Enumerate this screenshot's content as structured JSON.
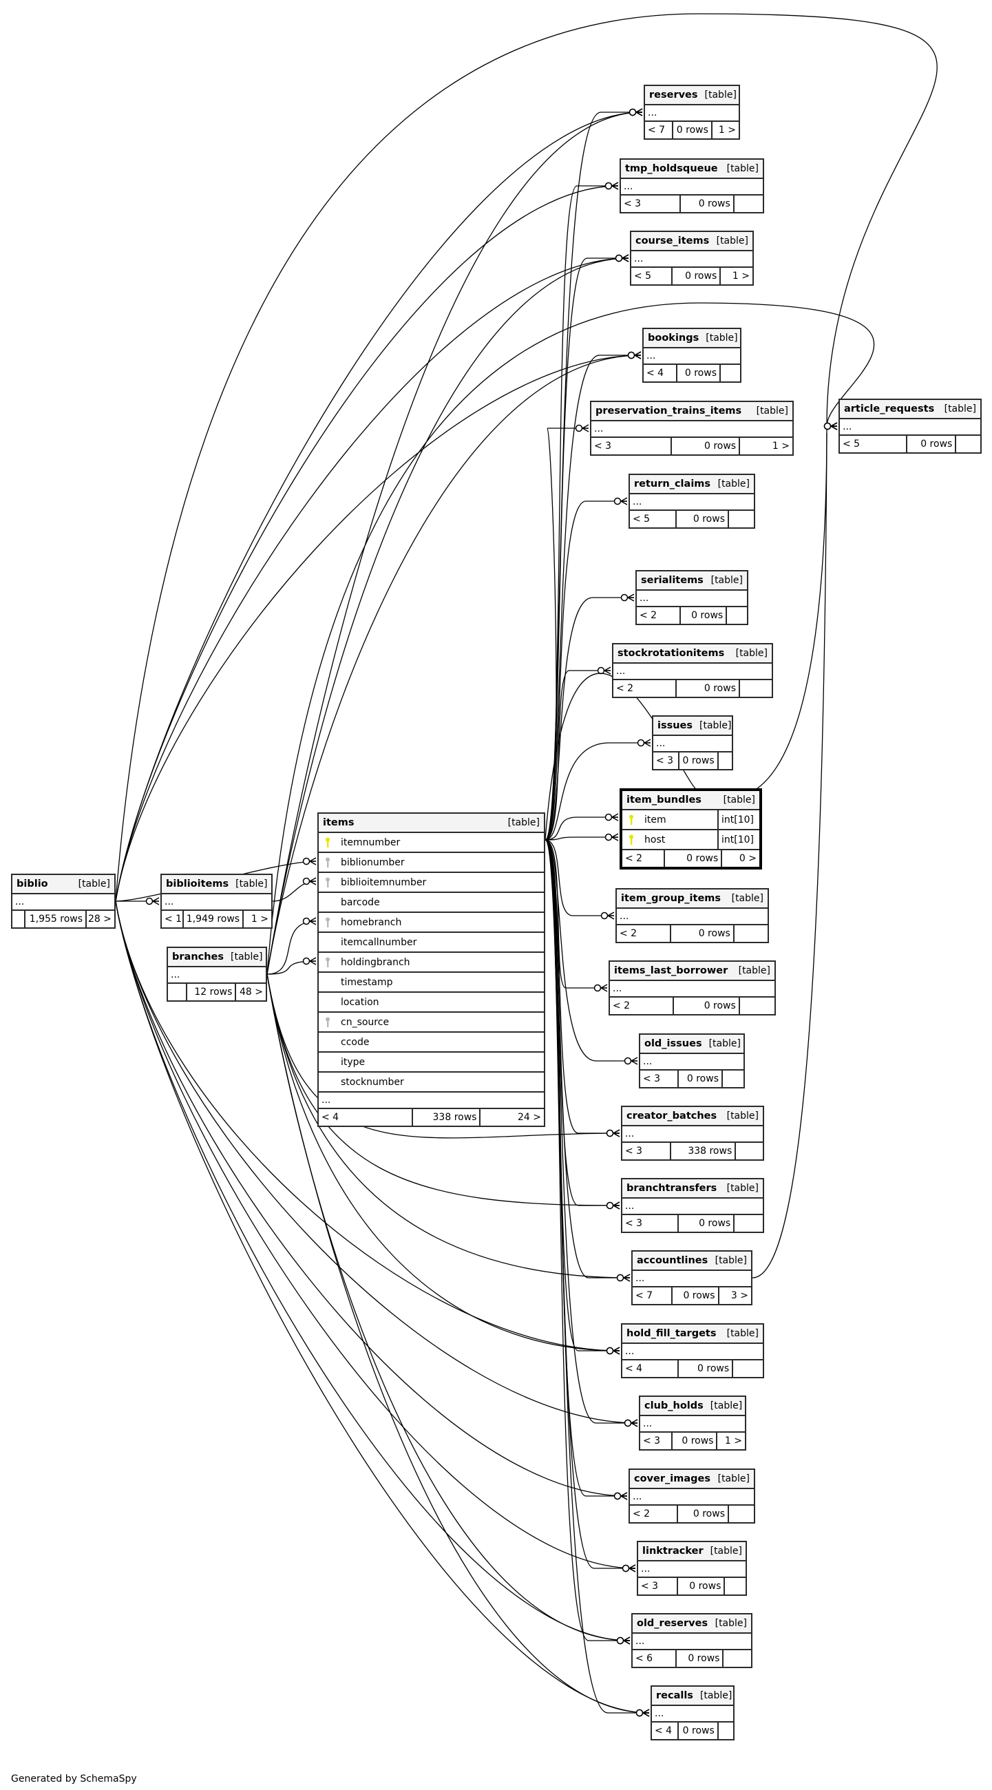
{
  "footer": "Generated by SchemaSpy",
  "ellipsis": "...",
  "tables": {
    "biblio": {
      "name": "biblio",
      "kind": "[table]",
      "parents": "",
      "rows": "1,955 rows",
      "children": "28 >"
    },
    "biblioitems": {
      "name": "biblioitems",
      "kind": "[table]",
      "parents": "< 1",
      "rows": "1,949 rows",
      "children": "1 >"
    },
    "branches": {
      "name": "branches",
      "kind": "[table]",
      "parents": "",
      "rows": "12 rows",
      "children": "48 >"
    },
    "items": {
      "name": "items",
      "kind": "[table]",
      "parents": "< 4",
      "rows": "338 rows",
      "children": "24 >",
      "columns": [
        {
          "name": "itemnumber",
          "key": "primary"
        },
        {
          "name": "biblionumber",
          "key": "foreign"
        },
        {
          "name": "biblioitemnumber",
          "key": "foreign"
        },
        {
          "name": "barcode",
          "key": ""
        },
        {
          "name": "homebranch",
          "key": "foreign"
        },
        {
          "name": "itemcallnumber",
          "key": ""
        },
        {
          "name": "holdingbranch",
          "key": "foreign"
        },
        {
          "name": "timestamp",
          "key": ""
        },
        {
          "name": "location",
          "key": ""
        },
        {
          "name": "cn_source",
          "key": "foreign"
        },
        {
          "name": "ccode",
          "key": ""
        },
        {
          "name": "itype",
          "key": ""
        },
        {
          "name": "stocknumber",
          "key": ""
        }
      ]
    },
    "reserves": {
      "name": "reserves",
      "kind": "[table]",
      "parents": "< 7",
      "rows": "0 rows",
      "children": "1 >"
    },
    "tmp_holdsqueue": {
      "name": "tmp_holdsqueue",
      "kind": "[table]",
      "parents": "< 3",
      "rows": "0 rows",
      "children": ""
    },
    "course_items": {
      "name": "course_items",
      "kind": "[table]",
      "parents": "< 5",
      "rows": "0 rows",
      "children": "1 >"
    },
    "bookings": {
      "name": "bookings",
      "kind": "[table]",
      "parents": "< 4",
      "rows": "0 rows",
      "children": ""
    },
    "preservation_trains_items": {
      "name": "preservation_trains_items",
      "kind": "[table]",
      "parents": "< 3",
      "rows": "0 rows",
      "children": "1 >"
    },
    "return_claims": {
      "name": "return_claims",
      "kind": "[table]",
      "parents": "< 5",
      "rows": "0 rows",
      "children": ""
    },
    "serialitems": {
      "name": "serialitems",
      "kind": "[table]",
      "parents": "< 2",
      "rows": "0 rows",
      "children": ""
    },
    "stockrotationitems": {
      "name": "stockrotationitems",
      "kind": "[table]",
      "parents": "< 2",
      "rows": "0 rows",
      "children": ""
    },
    "issues": {
      "name": "issues",
      "kind": "[table]",
      "parents": "< 3",
      "rows": "0 rows",
      "children": ""
    },
    "item_bundles": {
      "name": "item_bundles",
      "kind": "[table]",
      "parents": "< 2",
      "rows": "0 rows",
      "children": "0 >",
      "columns": [
        {
          "name": "item",
          "key": "primary",
          "type": "int[10]"
        },
        {
          "name": "host",
          "key": "primary",
          "type": "int[10]"
        }
      ]
    },
    "item_group_items": {
      "name": "item_group_items",
      "kind": "[table]",
      "parents": "< 2",
      "rows": "0 rows",
      "children": ""
    },
    "items_last_borrower": {
      "name": "items_last_borrower",
      "kind": "[table]",
      "parents": "< 2",
      "rows": "0 rows",
      "children": ""
    },
    "old_issues": {
      "name": "old_issues",
      "kind": "[table]",
      "parents": "< 3",
      "rows": "0 rows",
      "children": ""
    },
    "creator_batches": {
      "name": "creator_batches",
      "kind": "[table]",
      "parents": "< 3",
      "rows": "338 rows",
      "children": ""
    },
    "branchtransfers": {
      "name": "branchtransfers",
      "kind": "[table]",
      "parents": "< 3",
      "rows": "0 rows",
      "children": ""
    },
    "accountlines": {
      "name": "accountlines",
      "kind": "[table]",
      "parents": "< 7",
      "rows": "0 rows",
      "children": "3 >"
    },
    "hold_fill_targets": {
      "name": "hold_fill_targets",
      "kind": "[table]",
      "parents": "< 4",
      "rows": "0 rows",
      "children": ""
    },
    "club_holds": {
      "name": "club_holds",
      "kind": "[table]",
      "parents": "< 3",
      "rows": "0 rows",
      "children": "1 >"
    },
    "cover_images": {
      "name": "cover_images",
      "kind": "[table]",
      "parents": "< 2",
      "rows": "0 rows",
      "children": ""
    },
    "linktracker": {
      "name": "linktracker",
      "kind": "[table]",
      "parents": "< 3",
      "rows": "0 rows",
      "children": ""
    },
    "old_reserves": {
      "name": "old_reserves",
      "kind": "[table]",
      "parents": "< 6",
      "rows": "0 rows",
      "children": ""
    },
    "recalls": {
      "name": "recalls",
      "kind": "[table]",
      "parents": "< 4",
      "rows": "0 rows",
      "children": ""
    },
    "article_requests": {
      "name": "article_requests",
      "kind": "[table]",
      "parents": "< 5",
      "rows": "0 rows",
      "children": ""
    }
  },
  "colors": {
    "primary_key": "#e6e600",
    "foreign_key": "#b8b8b8",
    "header_bg": "#f4f4f4",
    "line": "#000000"
  },
  "relationships": [
    {
      "from": "biblio",
      "to": "biblioitems"
    },
    {
      "from": "biblio",
      "to": "items",
      "column": "biblionumber"
    },
    {
      "from": "biblioitems",
      "to": "items",
      "column": "biblioitemnumber"
    },
    {
      "from": "branches",
      "to": "items",
      "column": "homebranch"
    },
    {
      "from": "branches",
      "to": "items",
      "column": "holdingbranch"
    },
    {
      "from": "items",
      "to": "item_bundles",
      "column": "item"
    },
    {
      "from": "items",
      "to": "item_bundles",
      "column": "host"
    },
    {
      "from": "biblio",
      "to": "reserves"
    },
    {
      "from": "branches",
      "to": "reserves"
    },
    {
      "from": "items",
      "to": "reserves"
    },
    {
      "from": "biblio",
      "to": "tmp_holdsqueue"
    },
    {
      "from": "items",
      "to": "tmp_holdsqueue"
    },
    {
      "from": "biblio",
      "to": "course_items"
    },
    {
      "from": "branches",
      "to": "course_items"
    },
    {
      "from": "items",
      "to": "course_items"
    },
    {
      "from": "biblio",
      "to": "bookings"
    },
    {
      "from": "branches",
      "to": "bookings"
    },
    {
      "from": "items",
      "to": "bookings"
    },
    {
      "from": "items",
      "to": "preservation_trains_items"
    },
    {
      "from": "items",
      "to": "return_claims"
    },
    {
      "from": "items",
      "to": "serialitems"
    },
    {
      "from": "items",
      "to": "stockrotationitems"
    },
    {
      "from": "items",
      "to": "issues"
    },
    {
      "from": "items",
      "to": "item_group_items"
    },
    {
      "from": "items",
      "to": "items_last_borrower"
    },
    {
      "from": "items",
      "to": "old_issues"
    },
    {
      "from": "branches",
      "to": "creator_batches"
    },
    {
      "from": "items",
      "to": "creator_batches"
    },
    {
      "from": "branches",
      "to": "branchtransfers"
    },
    {
      "from": "items",
      "to": "branchtransfers"
    },
    {
      "from": "branches",
      "to": "accountlines"
    },
    {
      "from": "items",
      "to": "accountlines"
    },
    {
      "from": "biblio",
      "to": "hold_fill_targets"
    },
    {
      "from": "branches",
      "to": "hold_fill_targets"
    },
    {
      "from": "items",
      "to": "hold_fill_targets"
    },
    {
      "from": "biblio",
      "to": "club_holds"
    },
    {
      "from": "items",
      "to": "club_holds"
    },
    {
      "from": "biblio",
      "to": "cover_images"
    },
    {
      "from": "items",
      "to": "cover_images"
    },
    {
      "from": "biblio",
      "to": "linktracker"
    },
    {
      "from": "items",
      "to": "linktracker"
    },
    {
      "from": "biblio",
      "to": "old_reserves"
    },
    {
      "from": "branches",
      "to": "old_reserves"
    },
    {
      "from": "items",
      "to": "old_reserves"
    },
    {
      "from": "biblio",
      "to": "recalls"
    },
    {
      "from": "branches",
      "to": "recalls"
    },
    {
      "from": "items",
      "to": "recalls"
    },
    {
      "from": "biblio",
      "to": "article_requests"
    },
    {
      "from": "branches",
      "to": "article_requests"
    },
    {
      "from": "items",
      "to": "article_requests"
    },
    {
      "from": "accountlines",
      "to": "article_requests"
    }
  ]
}
